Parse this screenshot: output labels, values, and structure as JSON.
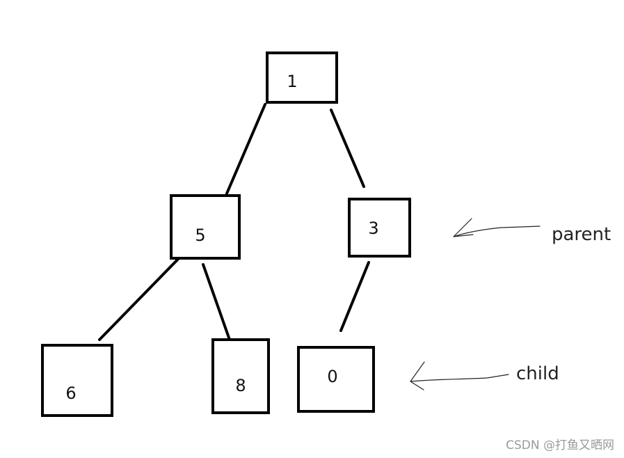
{
  "tree": {
    "nodes": [
      {
        "id": "n1",
        "label": "1"
      },
      {
        "id": "n5",
        "label": "5"
      },
      {
        "id": "n3",
        "label": "3"
      },
      {
        "id": "n6",
        "label": "6"
      },
      {
        "id": "n8",
        "label": "8"
      },
      {
        "id": "n0",
        "label": "0"
      }
    ],
    "edges": [
      {
        "from": "n1",
        "to": "n5"
      },
      {
        "from": "n1",
        "to": "n3"
      },
      {
        "from": "n5",
        "to": "n6"
      },
      {
        "from": "n5",
        "to": "n8"
      },
      {
        "from": "n3",
        "to": "n0"
      }
    ]
  },
  "annotations": {
    "parent_label": "parent",
    "child_label": "child"
  },
  "watermark": "CSDN @打鱼又晒网"
}
